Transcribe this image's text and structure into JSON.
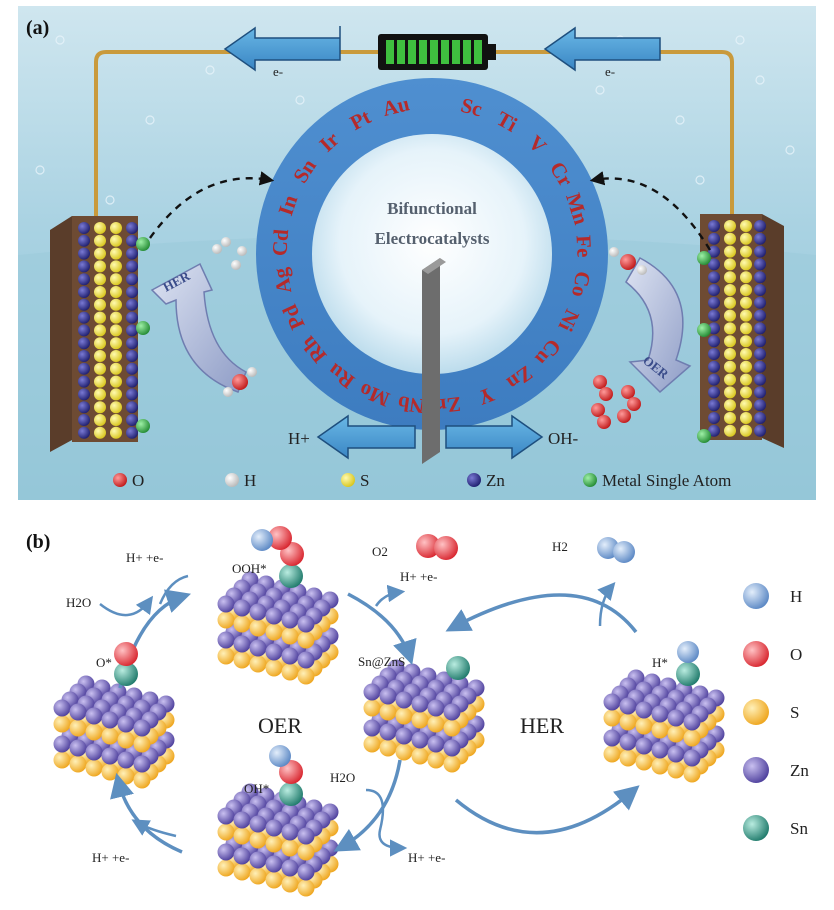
{
  "panel_a": {
    "label": "(a)",
    "center_text_line1": "Bifunctional",
    "center_text_line2": "Electrocatalysts",
    "electron_left": "e-",
    "electron_right": "e-",
    "her_label": "HER",
    "oer_label": "OER",
    "h_plus": "H+",
    "oh_minus": "OH-",
    "elements": [
      "Sc",
      "Ti",
      "V",
      "Cr",
      "Mn",
      "Fe",
      "Co",
      "Ni",
      "Cu",
      "Zn",
      "Y",
      "Zr",
      "Nb",
      "Mo",
      "Ru",
      "Rh",
      "Pd",
      "Ag",
      "Cd",
      "In",
      "Sn",
      "Ir",
      "Pt",
      "Au"
    ],
    "legend": [
      {
        "label": "O",
        "color": "#d42a2a"
      },
      {
        "label": "H",
        "color": "#f2f2f2"
      },
      {
        "label": "S",
        "color": "#e6d62a"
      },
      {
        "label": "Zn",
        "color": "#2e2e86"
      },
      {
        "label": "Metal Single Atom",
        "color": "#3aa24a"
      }
    ]
  },
  "panel_b": {
    "label": "(b)",
    "oer_label": "OER",
    "her_label": "HER",
    "center_label": "Sn@ZnS",
    "h2o_top": "H2O",
    "hplus_e_1": "H+ +e-",
    "ooh_label": "OOH*",
    "o2_label": "O2",
    "hplus_e_2": "H+ +e-",
    "h2_label": "H2",
    "o_star": "O*",
    "h_star": "H*",
    "oh_star": "OH*",
    "h2o_bottom": "H2O",
    "hplus_e_3": "H+ +e-",
    "hplus_e_4": "H+ +e-",
    "legend": [
      {
        "label": "H",
        "color": "#7fa6d6"
      },
      {
        "label": "O",
        "color": "#e5484d"
      },
      {
        "label": "S",
        "color": "#f3b42b"
      },
      {
        "label": "Zn",
        "color": "#6a5bb0"
      },
      {
        "label": "Sn",
        "color": "#2f8f80"
      }
    ]
  }
}
